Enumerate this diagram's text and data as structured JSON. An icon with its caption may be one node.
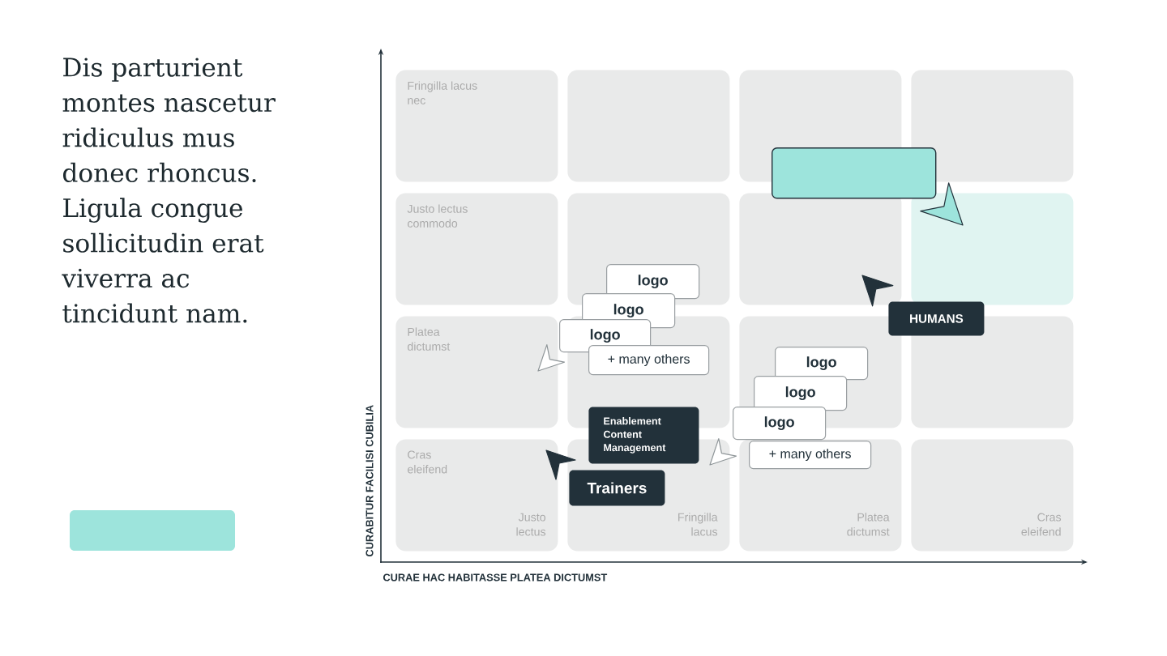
{
  "diagram": {
    "title": "Dis parturient montes nascetur ridiculus mus donec rhoncus. Ligula congue sollicitudin erat viverra ac tincidunt nam.",
    "nodes": [
      {
        "text": [
          "Fringilla lacus nec"
        ]
      },
      {
        "text": [],
        "shape": "box"
      },
      {
        "text": [],
        "shape": "box"
      },
      {
        "text": [],
        "shape": "box"
      },
      {
        "text": [
          "Justo lectus commodo"
        ]
      },
      {
        "text": [],
        "shape": "box"
      },
      {
        "text": [],
        "shape": "box"
      },
      {
        "text": [],
        "shape": "box"
      },
      {
        "text": [
          "Platea dictumst"
        ]
      },
      {
        "text": [],
        "shape": "box"
      },
      {
        "text": [],
        "shape": "box"
      },
      {
        "text": [],
        "shape": "box"
      },
      {
        "text": [
          "Cras eleifend",
          "Justo lectus"
        ]
      },
      {
        "text": [
          "Fringilla lacus"
        ]
      },
      {
        "text": [
          "Platea dictumst"
        ]
      },
      {
        "text": [
          "Cras eleifend"
        ]
      },
      {
        "text": [],
        "shape": "box"
      },
      {
        "text": [
          "HUMANS"
        ]
      },
      {
        "text": [
          "logo"
        ],
        "in": 5
      },
      {
        "text": [
          "logo"
        ]
      },
      {
        "text": [
          "logo"
        ]
      },
      {
        "text": [
          "+ many others"
        ],
        "in": 9
      },
      {
        "text": [
          "logo"
        ],
        "in": 10
      },
      {
        "text": [
          "logo"
        ],
        "in": 10
      },
      {
        "text": [
          "logo"
        ]
      },
      {
        "text": [
          "+ many others"
        ],
        "in": 14
      },
      {
        "text": [
          "Enablement Content Management"
        ]
      },
      {
        "text": [
          "Trainers"
        ],
        "in": 13
      }
    ],
    "labels": [
      "CURABITUR FACILISI CUBILIA",
      "CURAE HAC HABITASSE PLATEA DICTUMST"
    ]
  }
}
